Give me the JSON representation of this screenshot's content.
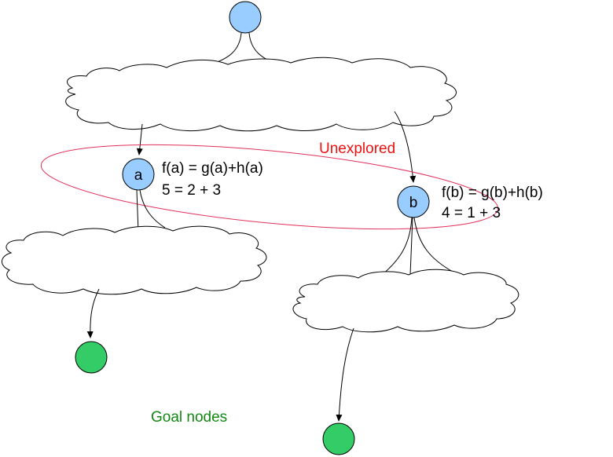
{
  "nodes": {
    "a": {
      "label": "a"
    },
    "b": {
      "label": "b"
    }
  },
  "formulas": {
    "a": {
      "line1": "f(a) = g(a)+h(a)",
      "line2": "5 = 2 + 3"
    },
    "b": {
      "line1": "f(b) = g(b)+h(b)",
      "line2": "4 = 1 + 3"
    }
  },
  "labels": {
    "unexplored": "Unexplored",
    "goal_nodes": "Goal nodes"
  },
  "colors": {
    "start_node_fill": "#99ccff",
    "inner_node_fill": "#99ccff",
    "goal_node_fill": "#33cc66",
    "unexplored_ellipse": "#e2305a",
    "unexplored_text": "#ee1111",
    "goal_text": "#118811",
    "edge": "#000000",
    "cloud_fill": "#ffffff"
  }
}
